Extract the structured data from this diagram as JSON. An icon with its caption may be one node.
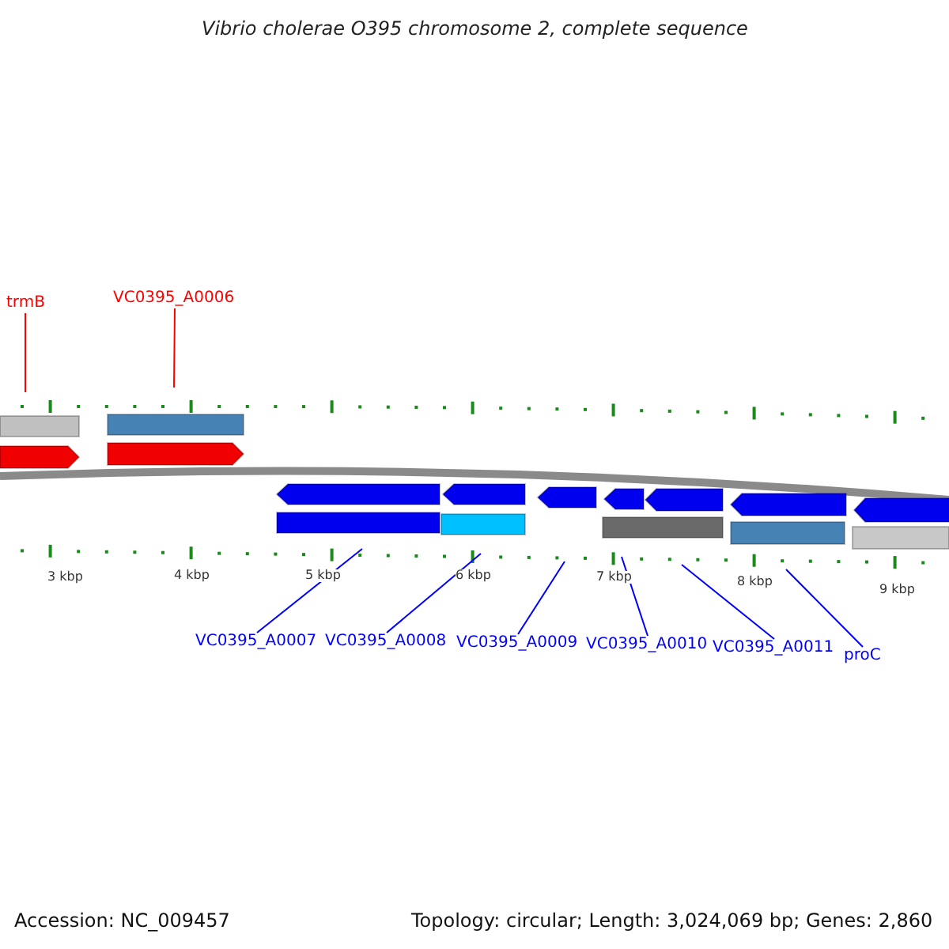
{
  "diagram": {
    "title": "Vibrio cholerae O395 chromosome 2, complete sequence",
    "nodes": [
      {
        "text": [
          "trmB"
        ]
      },
      {
        "text": [
          "VC0395_A0006"
        ]
      },
      {
        "text": [
          "VC0395_A0007"
        ]
      },
      {
        "text": [
          "VC0395_A0008"
        ]
      },
      {
        "text": [
          "VC0395_A0009"
        ]
      },
      {
        "text": [
          "VC0395_A0010"
        ]
      },
      {
        "text": [
          "VC0395_A0011"
        ]
      },
      {
        "text": [
          "proC"
        ]
      }
    ],
    "edges": [
      {
        "from": 0,
        "to": null,
        "arrow": "none",
        "color": "#ff0000"
      },
      {
        "from": 1,
        "to": null,
        "arrow": "none",
        "color": "#ff0000"
      },
      {
        "from": 2,
        "to": null,
        "arrow": "none"
      },
      {
        "from": 3,
        "to": null,
        "arrow": "none"
      },
      {
        "from": 4,
        "to": null,
        "arrow": "none"
      },
      {
        "from": 5,
        "to": null,
        "arrow": "none"
      },
      {
        "from": 6,
        "to": null,
        "arrow": "none"
      },
      {
        "from": 7,
        "to": null,
        "arrow": "none"
      }
    ],
    "labels": [
      "3 kbp",
      "4 kbp",
      "5 kbp",
      "6 kbp",
      "7 kbp",
      "8 kbp",
      "9 kbp",
      "Accession: NC_009457",
      "Topology: circular; Length: 3,024,069 bp; Genes: 2,860"
    ]
  }
}
